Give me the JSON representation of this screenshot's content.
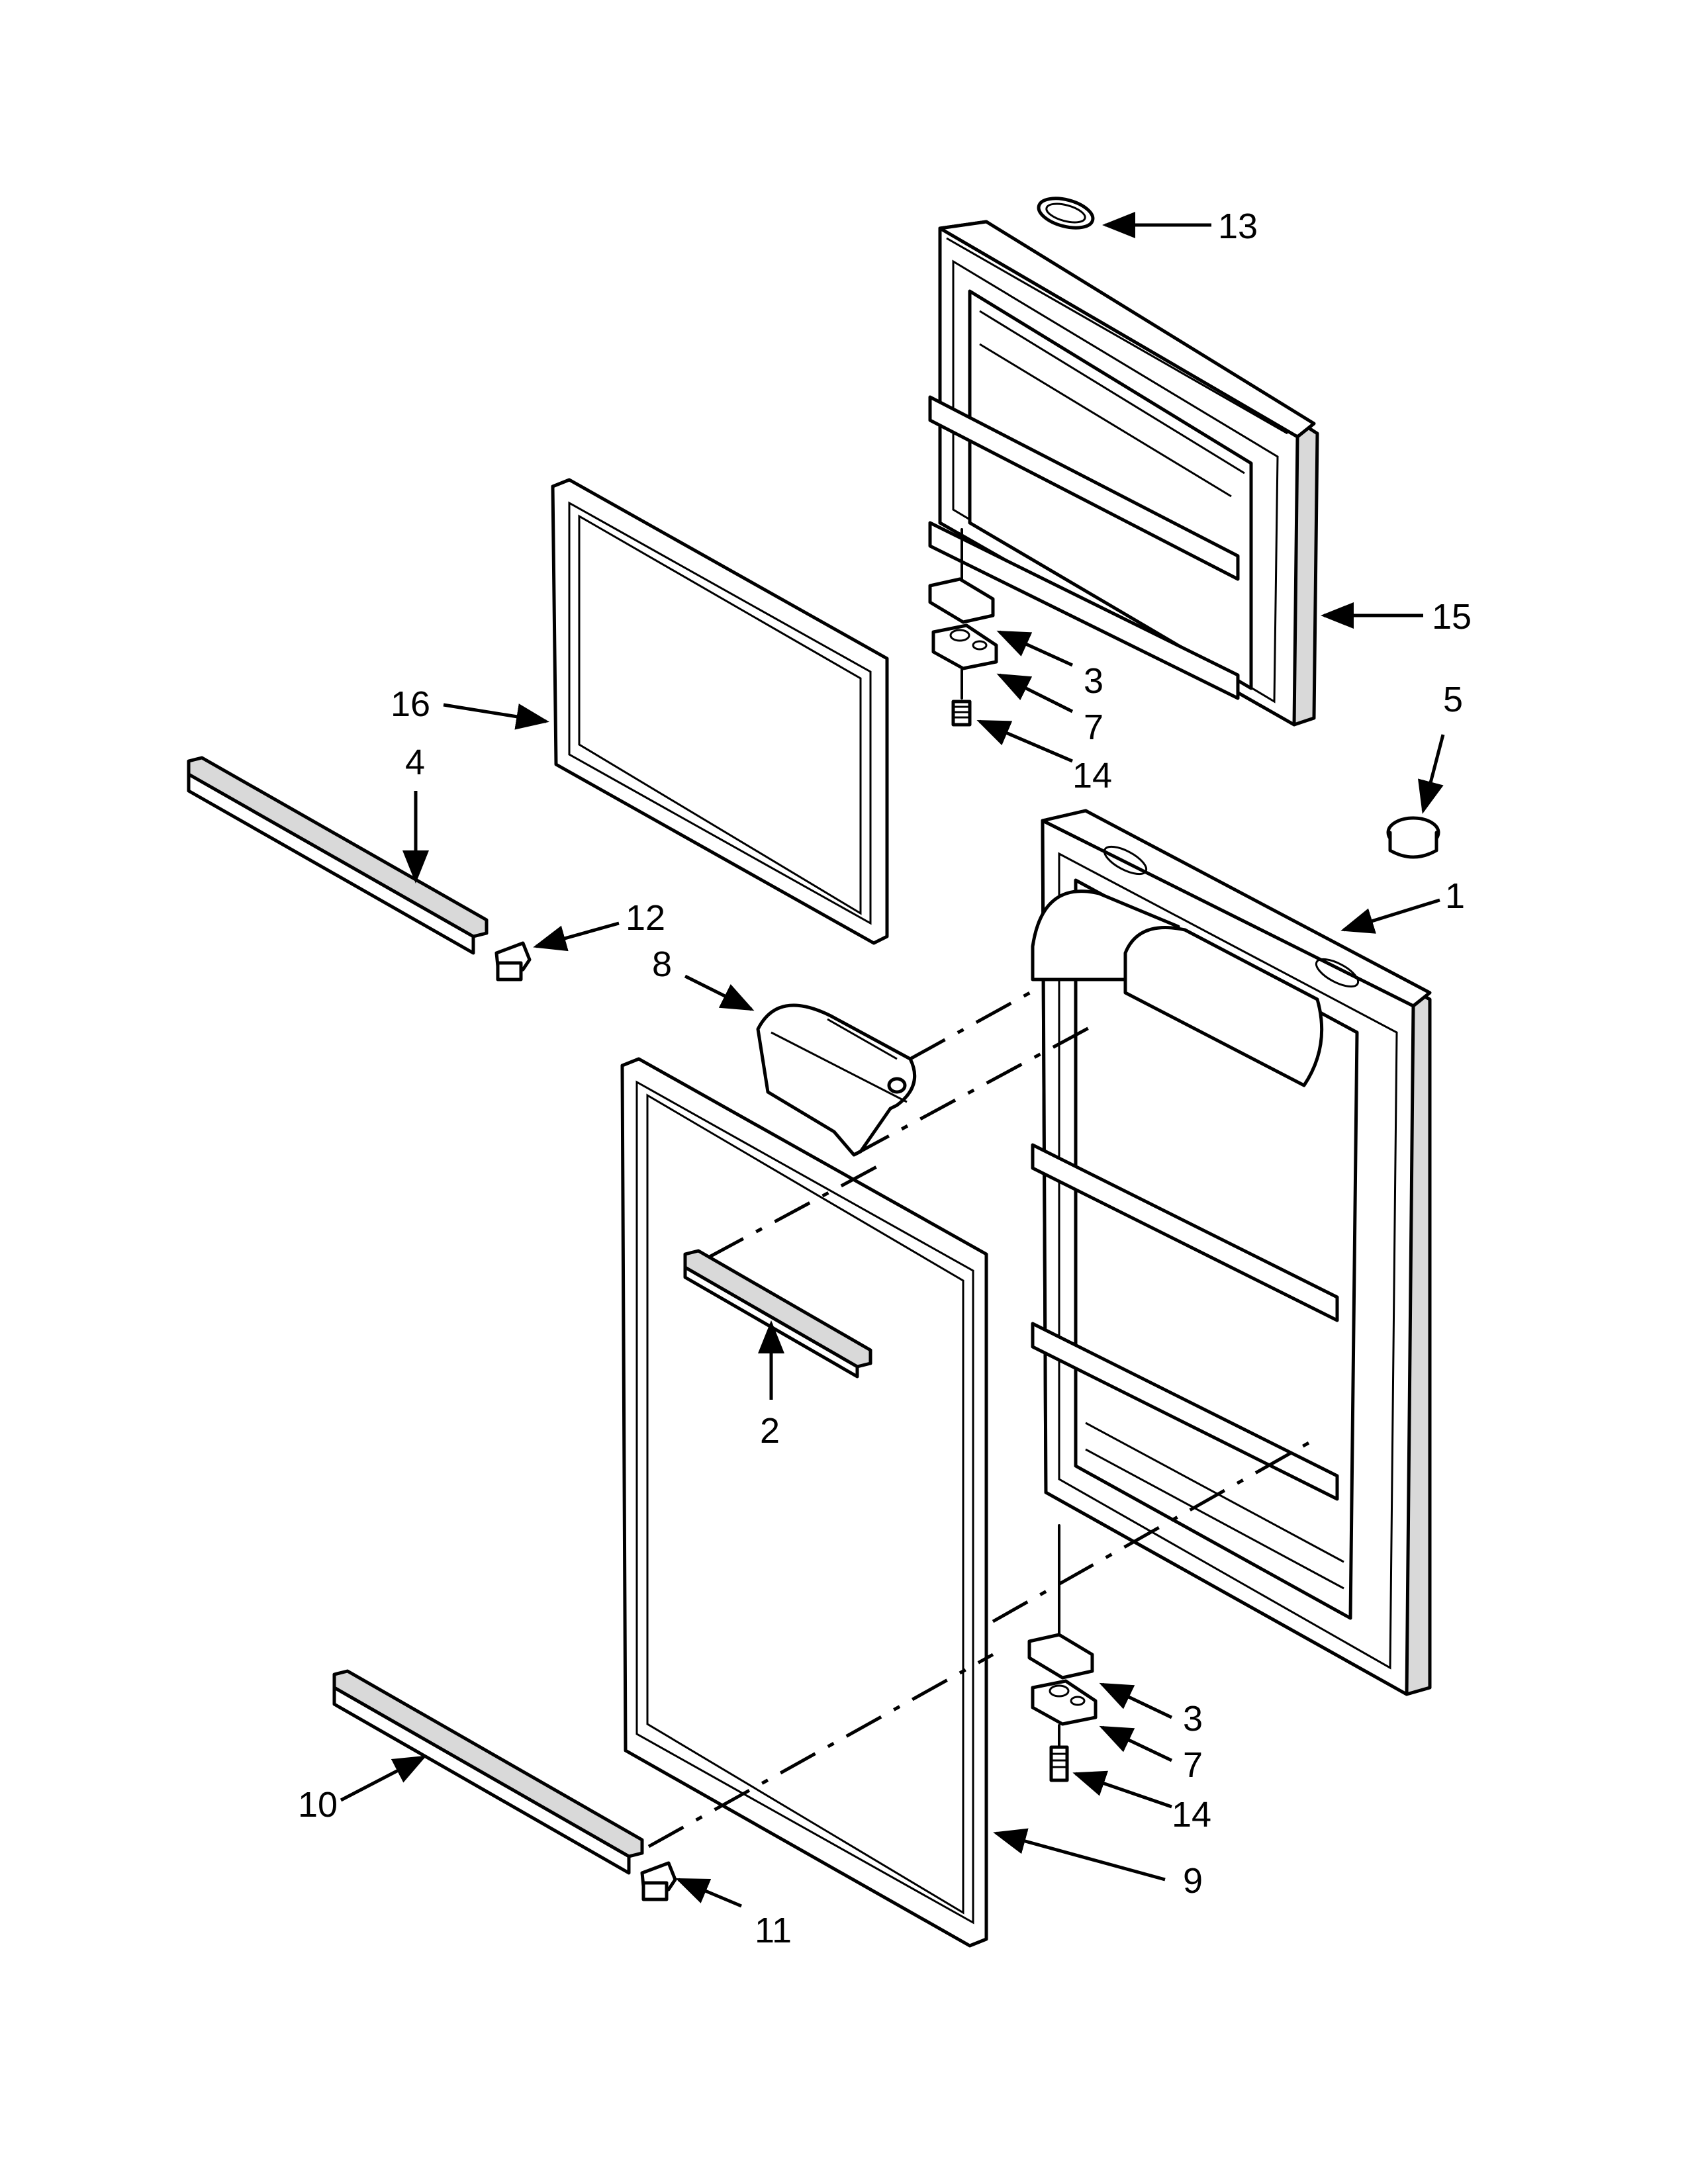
{
  "callouts": {
    "c13": "13",
    "c15": "15",
    "c3_top": "3",
    "c7_top": "7",
    "c14_top": "14",
    "c5": "5",
    "c16": "16",
    "c4": "4",
    "c12": "12",
    "c1": "1",
    "c8": "8",
    "c2": "2",
    "c3_bottom": "3",
    "c7_bottom": "7",
    "c14_bottom": "14",
    "c10": "10",
    "c9": "9",
    "c11": "11"
  }
}
